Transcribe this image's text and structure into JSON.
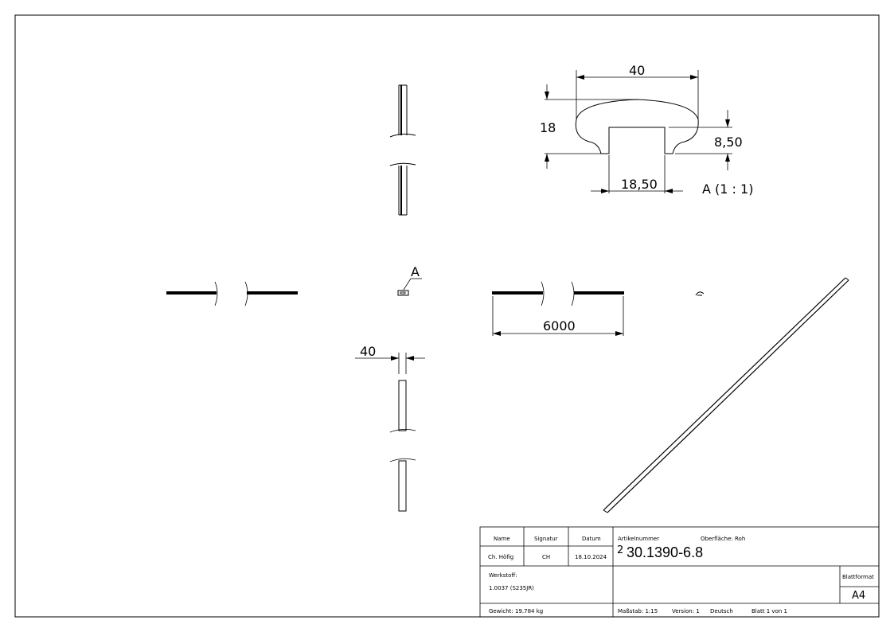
{
  "drawing": {
    "dimensions": {
      "width_profile": "40",
      "height_profile": "18",
      "slot_depth": "8,50",
      "slot_width": "18,50",
      "detail_label": "A (1 : 1)",
      "length": "6000",
      "width_top": "40",
      "detail_marker": "A"
    }
  },
  "title_block": {
    "name_header": "Name",
    "signatur_header": "Signatur",
    "datum_header": "Datum",
    "name_value": "Ch. Höfig",
    "signatur_value": "CH",
    "datum_value": "18.10.2024",
    "artikelnummer_label": "Artikelnummer",
    "oberflaeche": "Oberfläche:  Roh",
    "revision": "2",
    "article_number": "30.1390-6.8",
    "werkstoff_label": "Werkstoff:",
    "werkstoff_value": "1.0037 (S235JR)",
    "blattformat_label": "Blattformat",
    "blattformat_value": "A4",
    "gewicht": "Gewicht: 19.784 kg",
    "massstab": "Maßstab: 1:15",
    "version": "Version: 1",
    "sprache": "Deutsch",
    "blatt": "Blatt 1 von 1"
  }
}
